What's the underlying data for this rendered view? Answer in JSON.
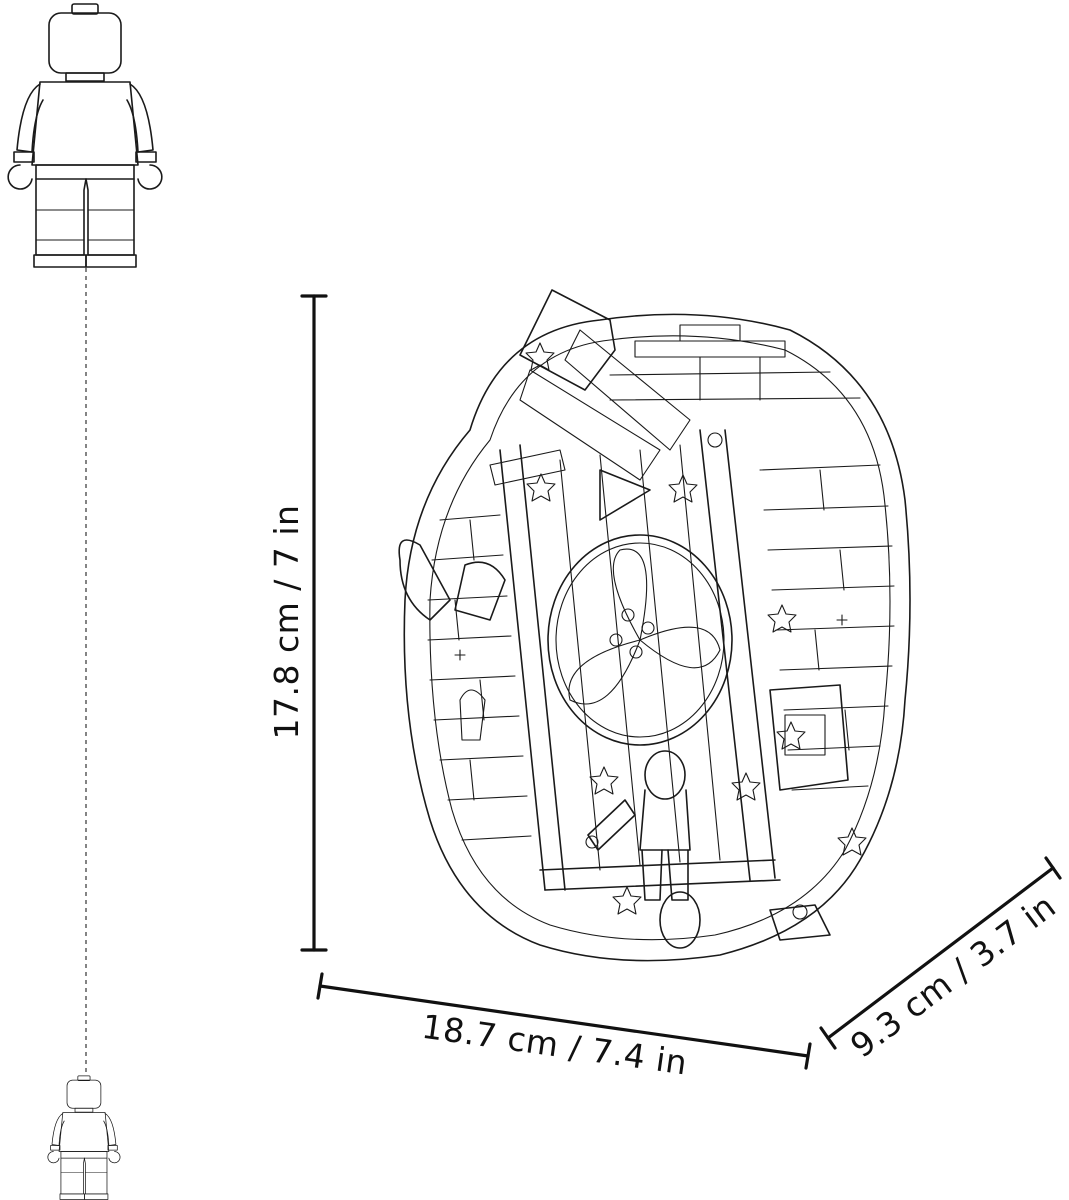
{
  "dimensions": {
    "height": "17.8 cm / 7 in",
    "width": "18.7 cm / 7.4 in",
    "depth": "9.3 cm / 3.7 in"
  },
  "figures": {
    "large": "minifigure-scale-reference",
    "small": "minifigure-scale-reference-small"
  },
  "colors": {
    "line": "#1a1a1a",
    "background": "#ffffff"
  }
}
